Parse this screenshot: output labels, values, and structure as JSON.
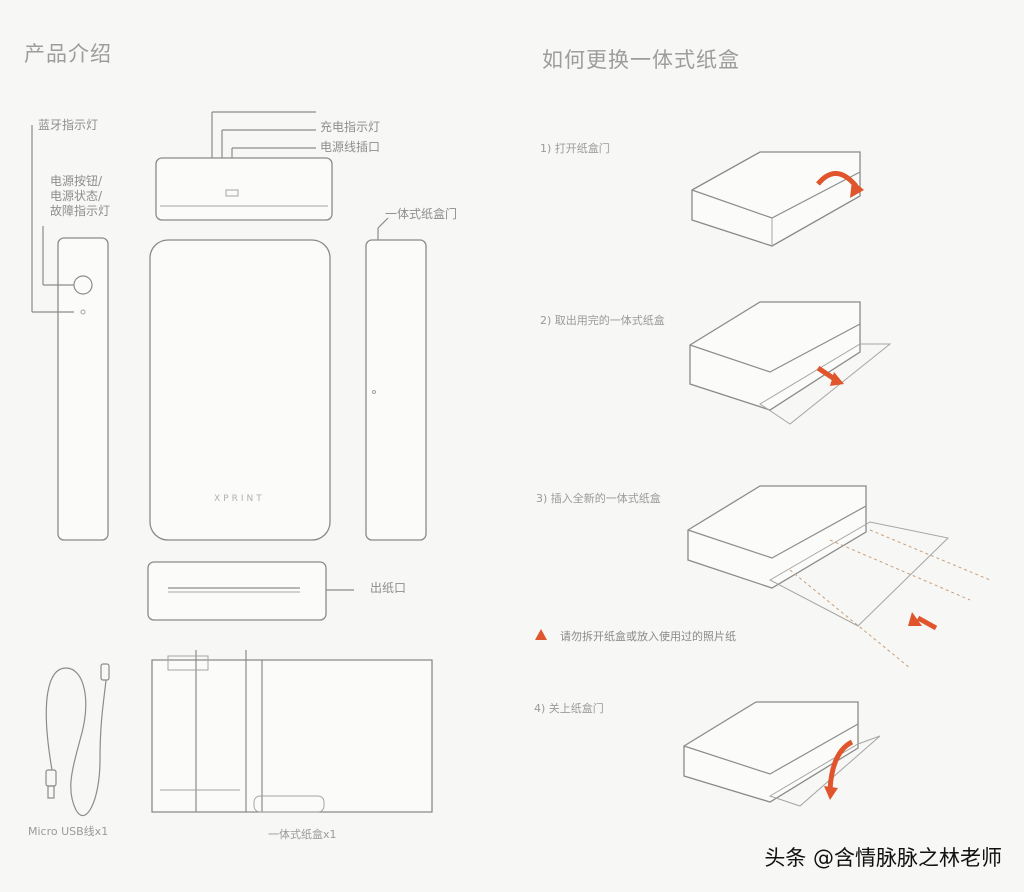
{
  "left_title": "产品介绍",
  "right_title": "如何更换一体式纸盒",
  "labels": {
    "bluetooth": "蓝牙指示灯",
    "power_line1": "电源按钮/",
    "power_line2": "电源状态/",
    "power_line3": "故障指示灯",
    "charge": "充电指示灯",
    "power_port": "电源线插口",
    "cartridge_door": "一体式纸盒门",
    "paper_out": "出纸口",
    "brand": "XPRINT",
    "usb_caption": "Micro USB线x1",
    "cartridge_caption": "一体式纸盒x1"
  },
  "steps": [
    {
      "label": "1) 打开纸盒门"
    },
    {
      "label": "2) 取出用完的一体式纸盒"
    },
    {
      "label": "3) 插入全新的一体式纸盒"
    },
    {
      "label": "4) 关上纸盒门"
    }
  ],
  "warning": "请勿拆开纸盒或放入使用过的照片纸",
  "watermark": "头条 @含情脉脉之林老师",
  "colors": {
    "accent": "#e0552b",
    "line": "#8a8a8a"
  },
  "icons": {
    "warning": "warning-triangle-icon",
    "arrow": "orange-arrow-icon"
  }
}
